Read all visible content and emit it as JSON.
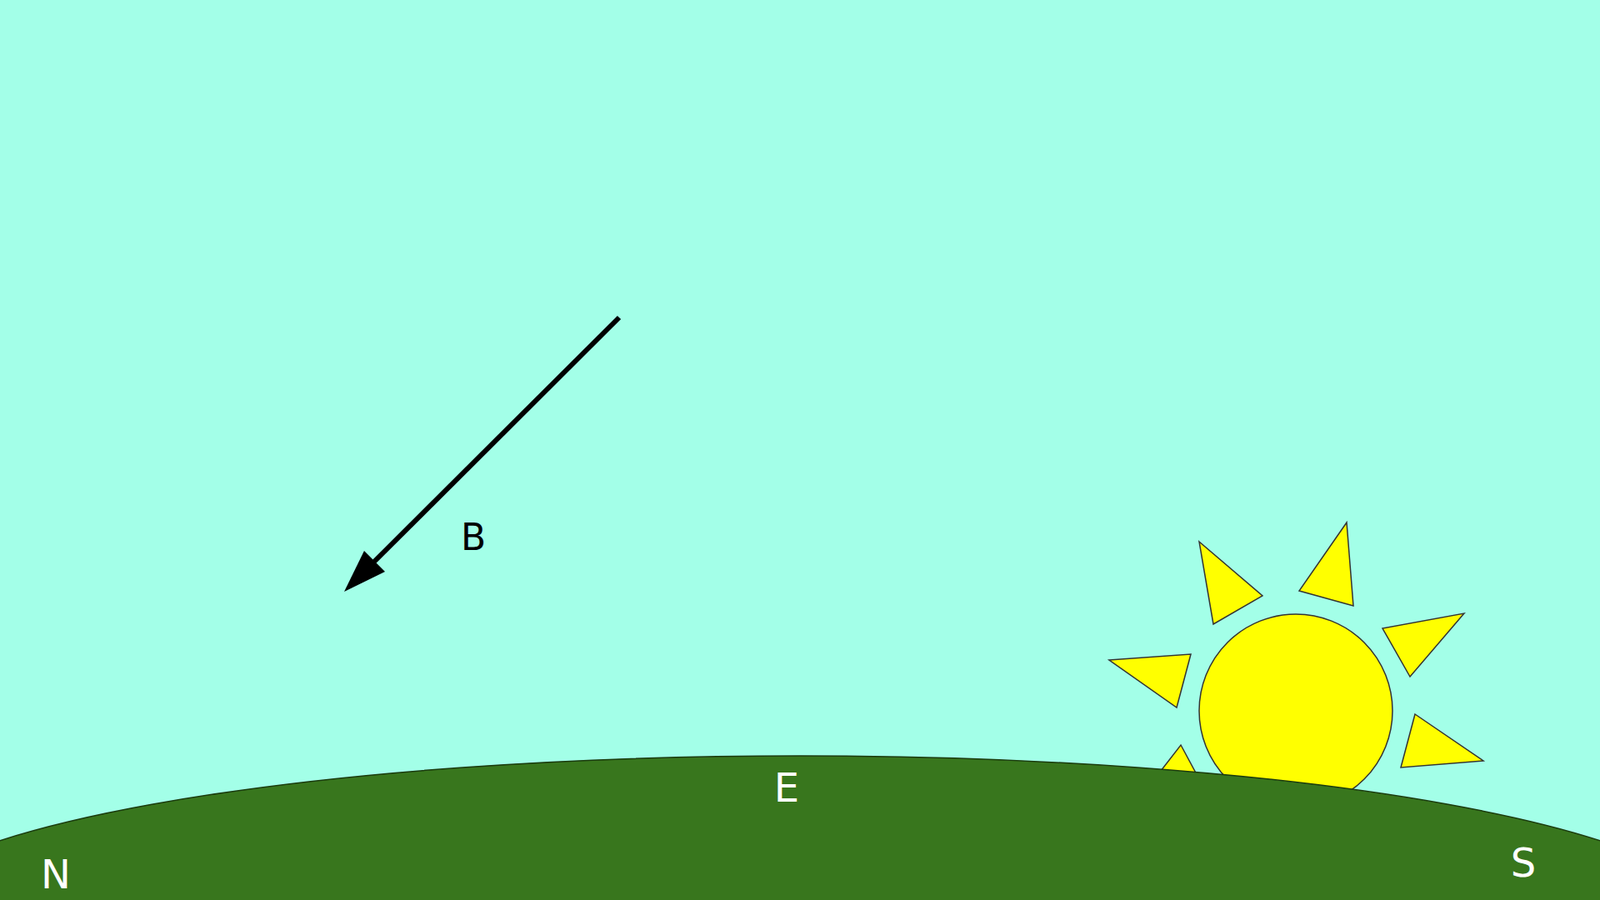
{
  "diagram": {
    "labels": [
      "B",
      "N",
      "E",
      "S"
    ]
  }
}
